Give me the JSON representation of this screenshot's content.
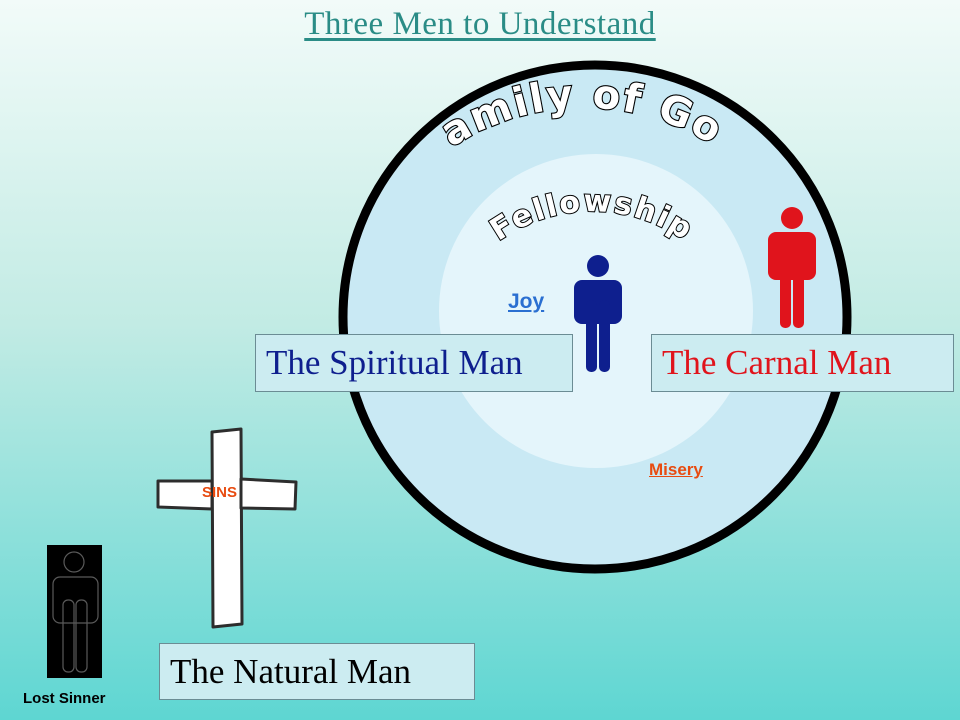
{
  "title": "Three Men to Understand",
  "outer_circle_label": "Family of God",
  "inner_circle_label": "Fellowship",
  "spiritual_man": "The Spiritual Man",
  "carnal_man": "The Carnal Man",
  "natural_man": "The Natural Man",
  "joy": "Joy",
  "misery": "Misery",
  "sins": "SINS",
  "lost_sinner": "Lost Sinner",
  "colors": {
    "title": "#2a8c86",
    "spiritual": "#0e1f8e",
    "carnal": "#e0141c",
    "natural": "#000000",
    "misery": "#e84b10"
  }
}
